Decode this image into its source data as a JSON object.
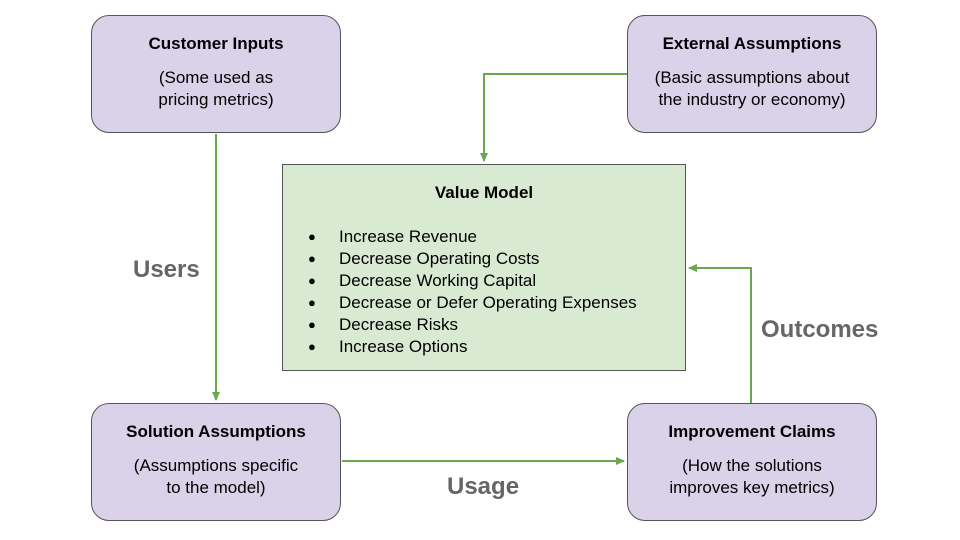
{
  "nodes": {
    "customer_inputs": {
      "title": "Customer Inputs",
      "desc_line1": "(Some used as",
      "desc_line2": "pricing metrics)"
    },
    "external_assumptions": {
      "title": "External Assumptions",
      "desc_line1": "(Basic assumptions about",
      "desc_line2": "the industry or economy)"
    },
    "solution_assumptions": {
      "title": "Solution Assumptions",
      "desc_line1": "(Assumptions specific",
      "desc_line2": "to the model)"
    },
    "improvement_claims": {
      "title": "Improvement Claims",
      "desc_line1": "(How the solutions",
      "desc_line2": "improves key metrics)"
    }
  },
  "value_model": {
    "title": "Value Model",
    "items": [
      "Increase Revenue",
      "Decrease Operating Costs",
      "Decrease Working Capital",
      "Decrease or Defer Operating Expenses",
      "Decrease Risks",
      "Increase Options"
    ]
  },
  "edges": {
    "users": "Users",
    "outcomes": "Outcomes",
    "usage": "Usage"
  },
  "colors": {
    "node_fill": "#d9d2e9",
    "value_model_fill": "#d9ead3",
    "arrow": "#6aa84f",
    "edge_label": "#666666"
  }
}
